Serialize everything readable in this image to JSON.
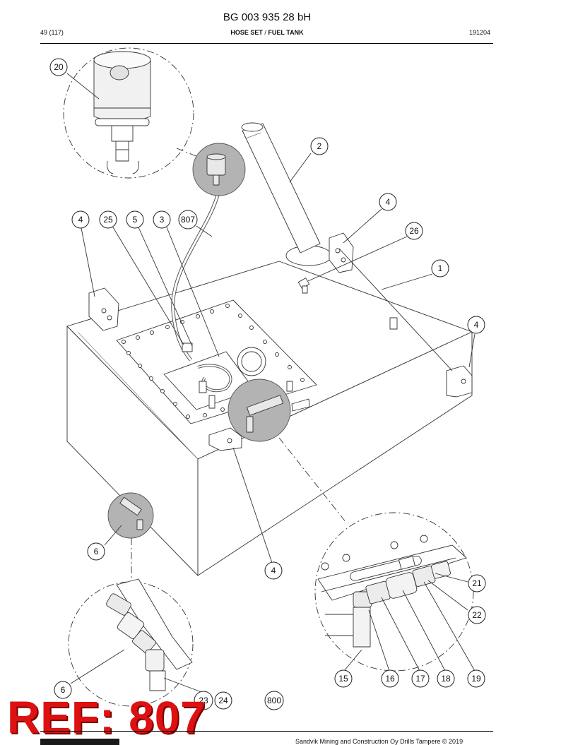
{
  "header": {
    "doc_number": "BG 003 935 28 bH",
    "page": "49 (117)",
    "title_part1": "HOSE SET",
    "title_sep": " / ",
    "title_part2": "FUEL TANK",
    "date_code": "191204"
  },
  "callouts": [
    {
      "id": "c20",
      "label": "20"
    },
    {
      "id": "c2",
      "label": "2"
    },
    {
      "id": "c4a",
      "label": "4"
    },
    {
      "id": "c25",
      "label": "25"
    },
    {
      "id": "c5",
      "label": "5"
    },
    {
      "id": "c3",
      "label": "3"
    },
    {
      "id": "c807",
      "label": "807"
    },
    {
      "id": "c4b",
      "label": "4"
    },
    {
      "id": "c26",
      "label": "26"
    },
    {
      "id": "c1",
      "label": "1"
    },
    {
      "id": "c4c",
      "label": "4"
    },
    {
      "id": "c6a",
      "label": "6"
    },
    {
      "id": "c4d",
      "label": "4"
    },
    {
      "id": "c21",
      "label": "21"
    },
    {
      "id": "c22",
      "label": "22"
    },
    {
      "id": "c15",
      "label": "15"
    },
    {
      "id": "c16",
      "label": "16"
    },
    {
      "id": "c17",
      "label": "17"
    },
    {
      "id": "c18",
      "label": "18"
    },
    {
      "id": "c19",
      "label": "19"
    },
    {
      "id": "c6b",
      "label": "6"
    },
    {
      "id": "c23",
      "label": "23"
    },
    {
      "id": "c24",
      "label": "24"
    },
    {
      "id": "c800",
      "label": "800"
    }
  ],
  "stamp": {
    "text": "REF: 807",
    "color": "#dd1111"
  },
  "footer": {
    "copyright": "Sandvik Mining and Construction Oy Drills Tampere © 2019"
  }
}
